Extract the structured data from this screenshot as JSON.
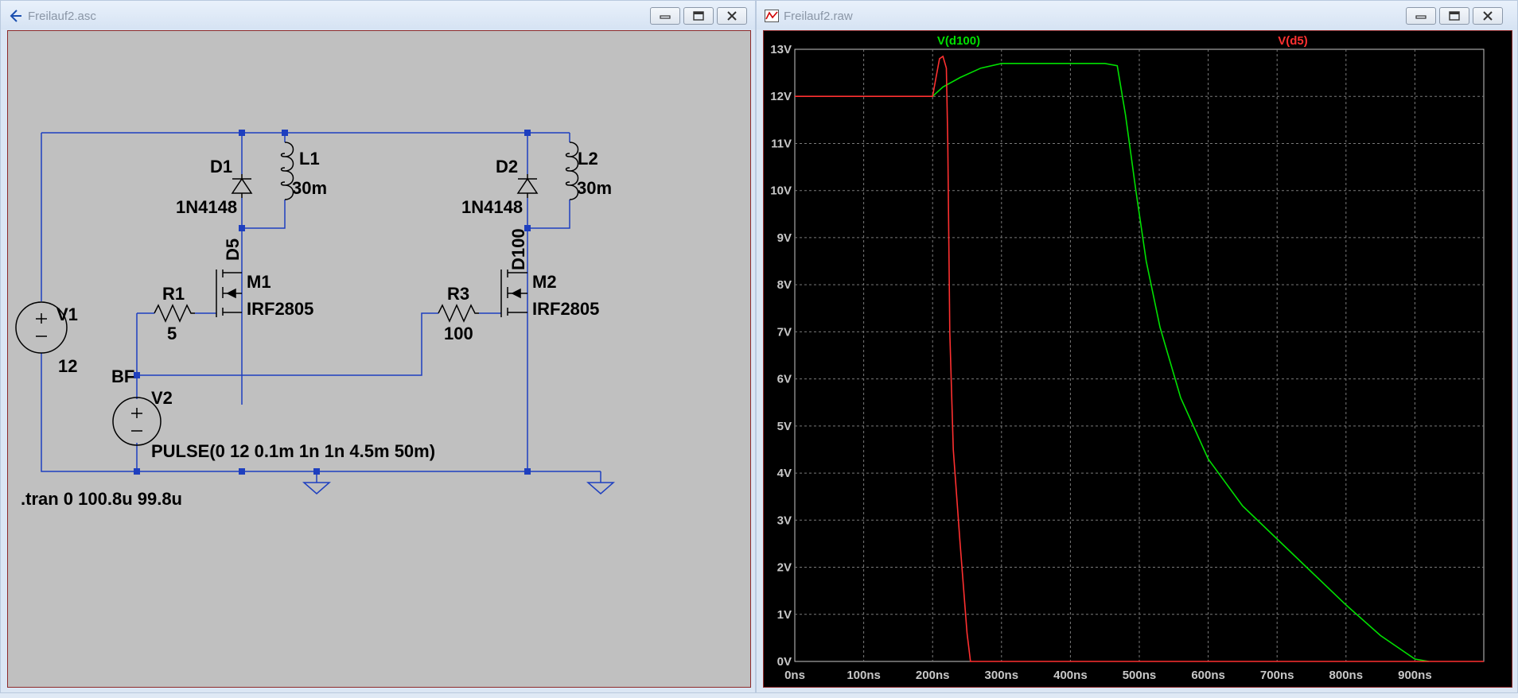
{
  "schematic_window": {
    "title": "Freilauf2.asc",
    "components": {
      "d1_name": "D1",
      "d1_model": "1N4148",
      "l1_name": "L1",
      "l1_value": "30m",
      "d2_name": "D2",
      "d2_model": "1N4148",
      "l2_name": "L2",
      "l2_value": "30m",
      "d5_label": "D5",
      "d100_label": "D100",
      "m1_name": "M1",
      "m1_model": "IRF2805",
      "m2_name": "M2",
      "m2_model": "IRF2805",
      "r1_name": "R1",
      "r1_value": "5",
      "r3_name": "R3",
      "r3_value": "100",
      "v1_name": "V1",
      "v1_value": "12",
      "v2_name": "V2",
      "bf_label": "BF",
      "pulse_spec": "PULSE(0 12 0.1m 1n 1n 4.5m 50m)",
      "tran_directive": ".tran 0 100.8u 99.8u"
    }
  },
  "plot_window": {
    "title": "Freilauf2.raw"
  },
  "chart_data": {
    "type": "line",
    "xlabel": "",
    "ylabel": "",
    "xlim": [
      0,
      1000
    ],
    "ylim": [
      0,
      13
    ],
    "x_ticks": [
      "0ns",
      "100ns",
      "200ns",
      "300ns",
      "400ns",
      "500ns",
      "600ns",
      "700ns",
      "800ns",
      "900ns"
    ],
    "y_ticks": [
      "0V",
      "1V",
      "2V",
      "3V",
      "4V",
      "5V",
      "6V",
      "7V",
      "8V",
      "9V",
      "10V",
      "11V",
      "12V",
      "13V"
    ],
    "grid": true,
    "series": [
      {
        "name": "V(d100)",
        "color": "#00e000",
        "x": [
          200,
          215,
          240,
          270,
          300,
          350,
          400,
          450,
          468,
          480,
          495,
          510,
          530,
          560,
          600,
          650,
          700,
          750,
          800,
          850,
          900,
          920
        ],
        "y": [
          12.0,
          12.2,
          12.4,
          12.6,
          12.7,
          12.7,
          12.7,
          12.7,
          12.65,
          11.6,
          10.0,
          8.5,
          7.1,
          5.6,
          4.3,
          3.3,
          2.6,
          1.9,
          1.2,
          0.55,
          0.05,
          0.0
        ]
      },
      {
        "name": "V(d5)",
        "color": "#ff3030",
        "x": [
          0,
          200,
          205,
          210,
          215,
          220,
          222,
          225,
          230,
          240,
          250,
          255,
          300,
          500,
          700,
          900,
          1000
        ],
        "y": [
          12.0,
          12.0,
          12.4,
          12.8,
          12.85,
          12.6,
          11.0,
          7.0,
          4.5,
          2.5,
          0.6,
          0.0,
          0.0,
          0.0,
          0.0,
          0.0,
          0.0
        ]
      }
    ]
  }
}
